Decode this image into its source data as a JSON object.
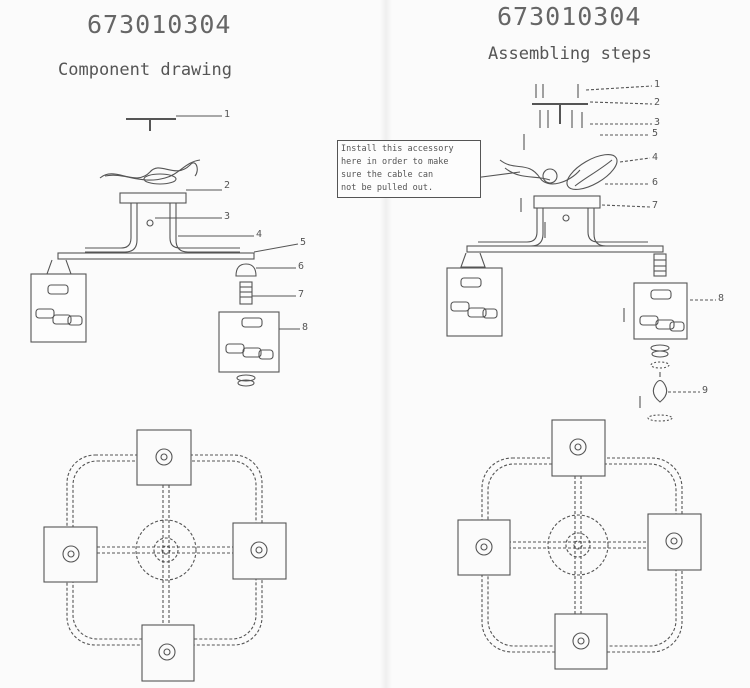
{
  "left": {
    "model_code": "673010304",
    "heading": "Component drawing",
    "callouts": [
      "1",
      "2",
      "3",
      "4",
      "5",
      "6",
      "7",
      "8"
    ]
  },
  "right": {
    "model_code": "673010304",
    "heading": "Assembling steps",
    "callouts": [
      "1",
      "2",
      "3",
      "4",
      "5",
      "6",
      "7",
      "8",
      "9"
    ],
    "note_lines": [
      "Install this accessory",
      "here in order to make",
      "sure the cable can",
      "not be pulled out."
    ]
  },
  "colors": {
    "ink": "#555555",
    "paper": "#fbfbfb"
  }
}
